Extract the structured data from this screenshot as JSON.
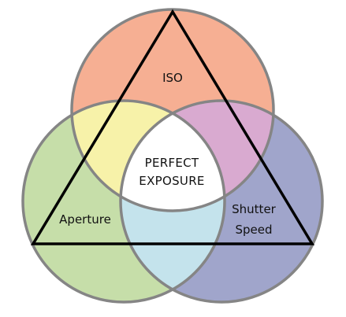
{
  "diagram": {
    "labels": {
      "iso": "ISO",
      "aperture": "Aperture",
      "shutter_line1": "Shutter",
      "shutter_line2": "Speed",
      "center_line1": "PERFECT",
      "center_line2": "EXPOSURE"
    },
    "colors": {
      "iso": "#f6af93",
      "aperture": "#c6dea9",
      "shutter": "#a0a5cb",
      "iso_aperture_overlap": "#f7f2a9",
      "iso_shutter_overlap": "#d9aad0",
      "aperture_shutter_overlap": "#c4e3ec",
      "center": "#ffffff",
      "circle_outline": "#858585",
      "triangle": "#000000"
    }
  }
}
